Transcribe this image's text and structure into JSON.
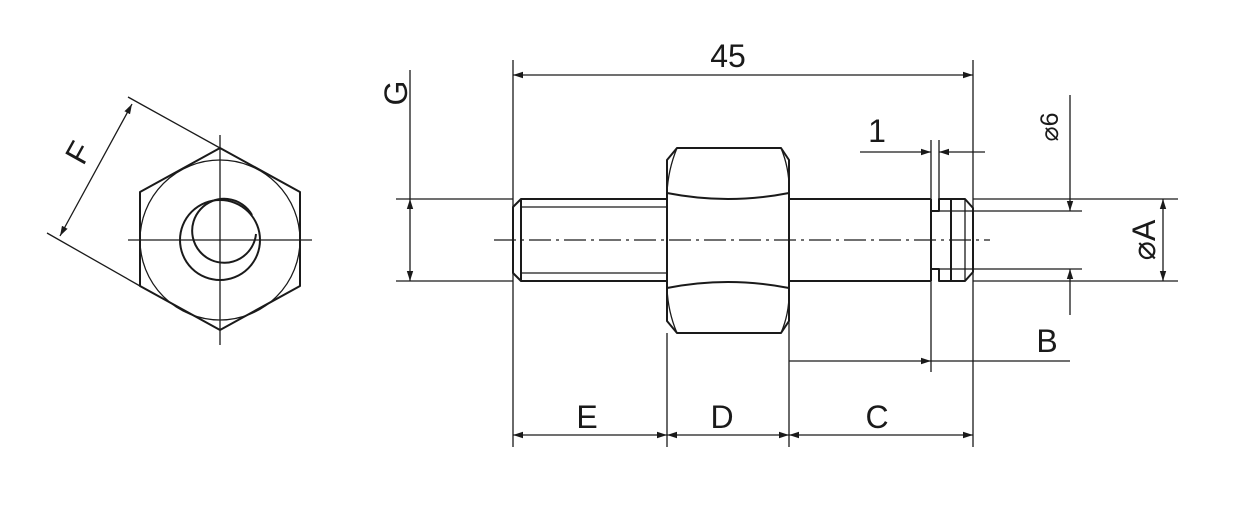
{
  "labels": {
    "overall_length": "45",
    "dim_g": "G",
    "dim_f": "F",
    "dim_groove_width": "1",
    "dim_diameter_6": "⌀6",
    "dim_diameter_a": "⌀A",
    "dim_b": "B",
    "dim_c": "C",
    "dim_d": "D",
    "dim_e": "E"
  }
}
